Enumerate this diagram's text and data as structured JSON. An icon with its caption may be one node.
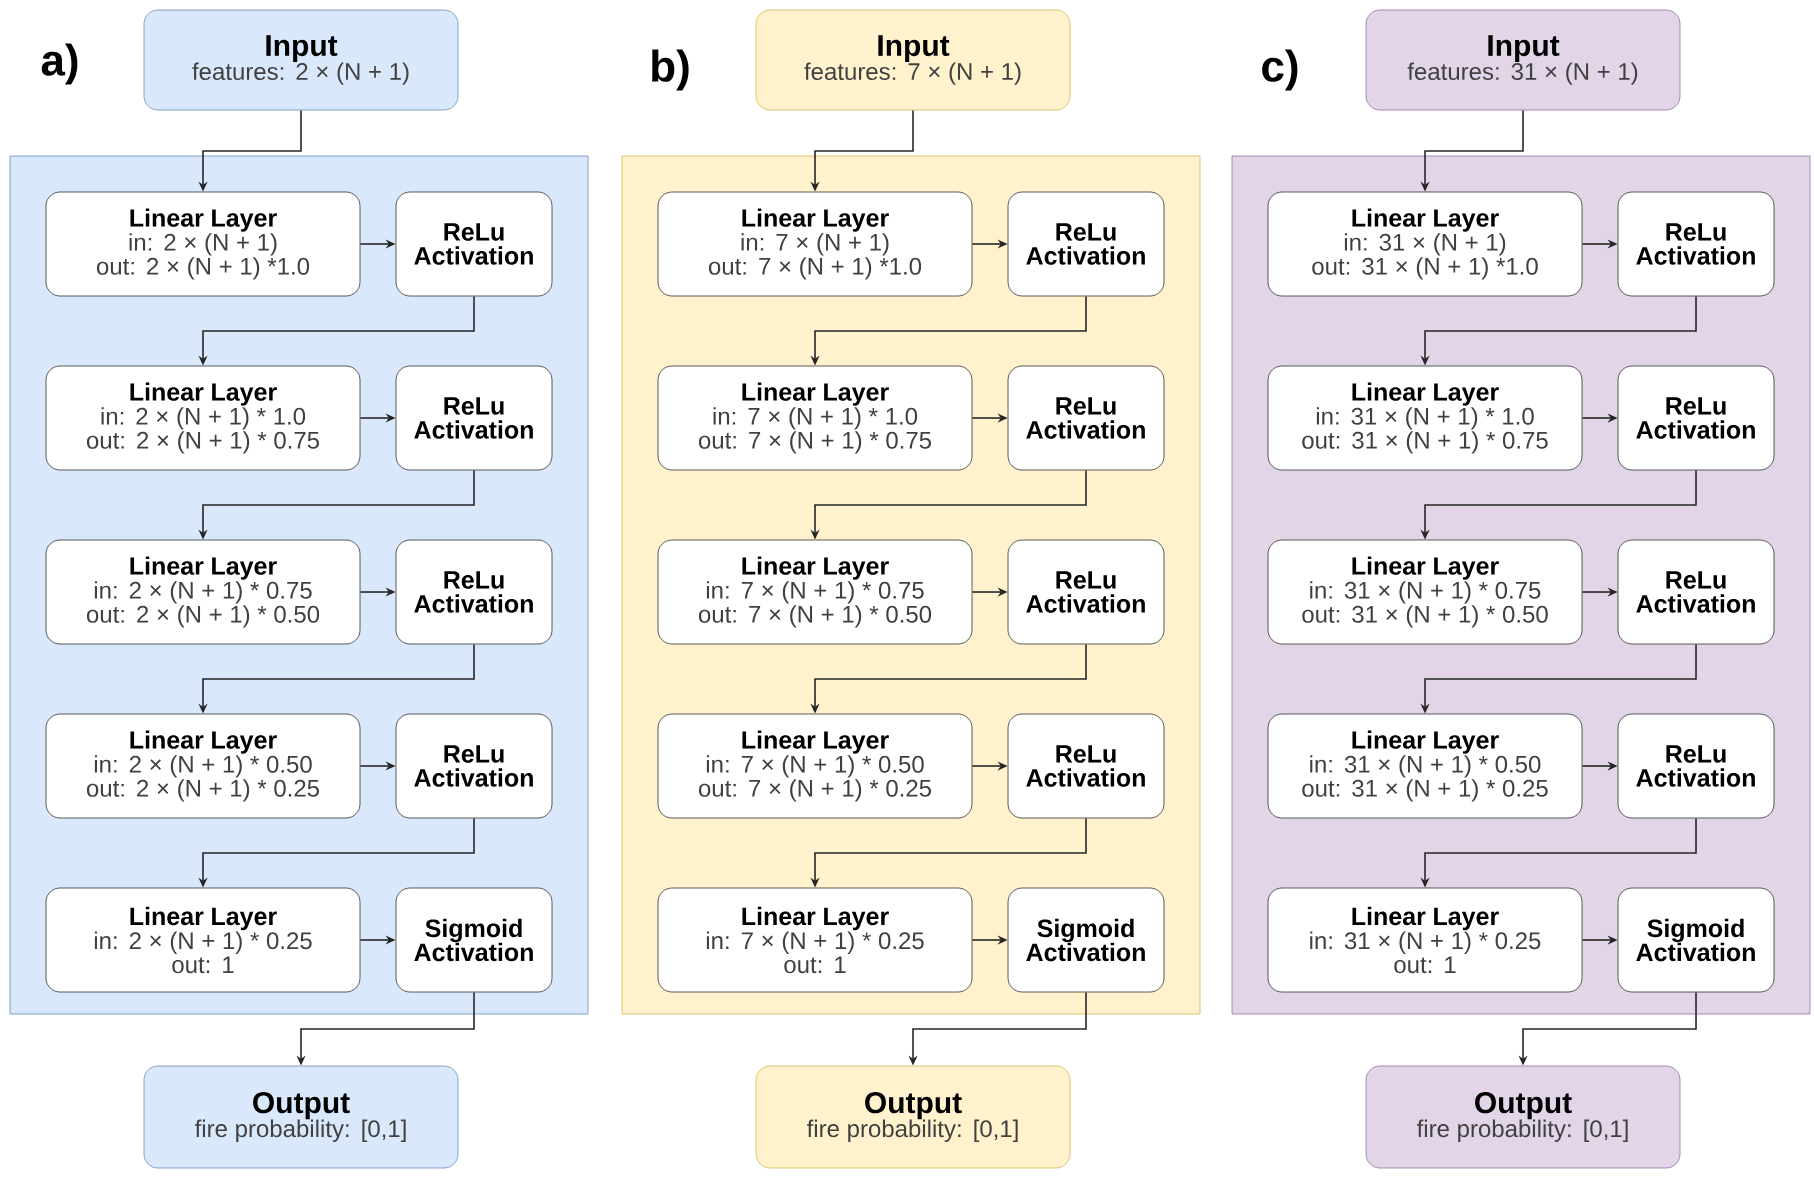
{
  "diagram": {
    "nodes": [
      {
        "text": [
          "Input",
          "features: 2 × (N + 1)"
        ]
      },
      {
        "text": [],
        "shape": "box"
      },
      {
        "text": [
          "Linear Layer",
          "in: 2 × (N + 1)",
          "out: 2 × (N + 1) *1.0"
        ],
        "in": 1
      },
      {
        "text": [
          "ReLu Activation"
        ],
        "in": 1
      },
      {
        "text": [
          "Linear Layer",
          "in: 2 × (N + 1) * 1.0",
          "out: 2 × (N + 1) * 0.75"
        ],
        "in": 1
      },
      {
        "text": [
          "ReLu Activation"
        ],
        "in": 1
      },
      {
        "text": [
          "Linear Layer",
          "in: 2 × (N + 1) * 0.75",
          "out: 2 × (N + 1) * 0.50"
        ],
        "in": 1
      },
      {
        "text": [
          "ReLu Activation"
        ],
        "in": 1
      },
      {
        "text": [
          "Linear Layer",
          "in: 2 × (N + 1) * 0.50",
          "out: 2 × (N + 1) * 0.25"
        ],
        "in": 1
      },
      {
        "text": [
          "ReLu Activation"
        ],
        "in": 1
      },
      {
        "text": [
          "Linear Layer",
          "in: 2 × (N + 1) * 0.25",
          "out: 1"
        ],
        "in": 1
      },
      {
        "text": [
          "Sigmoid Activation"
        ],
        "in": 1
      },
      {
        "text": [
          "Output",
          "fire probability: [0,1]"
        ]
      },
      {
        "text": [
          "Input",
          "features: 7 × (N + 1)"
        ]
      },
      {
        "text": [],
        "shape": "box"
      },
      {
        "text": [
          "Linear Layer",
          "in: 7 × (N + 1)",
          "out: 7 × (N + 1) *1.0"
        ],
        "in": 14
      },
      {
        "text": [
          "ReLu Activation"
        ],
        "in": 14
      },
      {
        "text": [
          "Linear Layer",
          "in: 7 × (N + 1) * 1.0",
          "out: 7 × (N + 1) * 0.75"
        ],
        "in": 14
      },
      {
        "text": [
          "ReLu Activation"
        ],
        "in": 14
      },
      {
        "text": [
          "Linear Layer",
          "in: 7 × (N + 1) * 0.75",
          "out: 7 × (N + 1) * 0.50"
        ],
        "in": 14
      },
      {
        "text": [
          "ReLu Activation"
        ],
        "in": 14
      },
      {
        "text": [
          "Linear Layer",
          "in: 7 × (N + 1) * 0.50",
          "out: 7 × (N + 1) * 0.25"
        ],
        "in": 14
      },
      {
        "text": [
          "ReLu Activation"
        ],
        "in": 14
      },
      {
        "text": [
          "Linear Layer",
          "in: 7 × (N + 1) * 0.25",
          "out: 1"
        ],
        "in": 14
      },
      {
        "text": [
          "Sigmoid Activation"
        ],
        "in": 14
      },
      {
        "text": [
          "Output",
          "fire probability: [0,1]"
        ]
      },
      {
        "text": [
          "Input",
          "features: 31 × (N + 1)"
        ]
      },
      {
        "text": [],
        "shape": "box"
      },
      {
        "text": [
          "Linear Layer",
          "in: 31 × (N + 1)",
          "out: 31 × (N + 1) *1.0"
        ],
        "in": 27
      },
      {
        "text": [
          "ReLu Activation"
        ],
        "in": 27
      },
      {
        "text": [
          "Linear Layer",
          "in: 31 × (N + 1) * 1.0",
          "out: 31 × (N + 1) * 0.75"
        ],
        "in": 27
      },
      {
        "text": [
          "ReLu Activation"
        ],
        "in": 27
      },
      {
        "text": [
          "Linear Layer",
          "in: 31 × (N + 1) * 0.75",
          "out: 31 × (N + 1) * 0.50"
        ],
        "in": 27
      },
      {
        "text": [
          "ReLu Activation"
        ],
        "in": 27
      },
      {
        "text": [
          "Linear Layer",
          "in: 31 × (N + 1) * 0.50",
          "out: 31 × (N + 1) * 0.25"
        ],
        "in": 27
      },
      {
        "text": [
          "ReLu Activation"
        ],
        "in": 27
      },
      {
        "text": [
          "Linear Layer",
          "in: 31 × (N + 1) * 0.25",
          "out: 1"
        ],
        "in": 27
      },
      {
        "text": [
          "Sigmoid Activation"
        ],
        "in": 27
      },
      {
        "text": [
          "Output",
          "fire probability: [0,1]"
        ]
      }
    ],
    "edges": [
      {
        "from": 0,
        "to": 2,
        "arrow": "to"
      },
      {
        "from": 2,
        "to": 3,
        "arrow": "to"
      },
      {
        "from": 3,
        "to": 4,
        "arrow": "to"
      },
      {
        "from": 4,
        "to": 5,
        "arrow": "to"
      },
      {
        "from": 5,
        "to": 6,
        "arrow": "to"
      },
      {
        "from": 6,
        "to": 7,
        "arrow": "to"
      },
      {
        "from": 7,
        "to": 8,
        "arrow": "to"
      },
      {
        "from": 8,
        "to": 9,
        "arrow": "to"
      },
      {
        "from": 9,
        "to": 10,
        "arrow": "to"
      },
      {
        "from": 10,
        "to": 11,
        "arrow": "to"
      },
      {
        "from": 11,
        "to": 12,
        "arrow": "to"
      },
      {
        "from": 13,
        "to": 15,
        "arrow": "to"
      },
      {
        "from": 15,
        "to": 16,
        "arrow": "to"
      },
      {
        "from": 16,
        "to": 17,
        "arrow": "to"
      },
      {
        "from": 17,
        "to": 18,
        "arrow": "to"
      },
      {
        "from": 18,
        "to": 19,
        "arrow": "to"
      },
      {
        "from": 19,
        "to": 20,
        "arrow": "to"
      },
      {
        "from": 20,
        "to": 21,
        "arrow": "to"
      },
      {
        "from": 21,
        "to": 22,
        "arrow": "to"
      },
      {
        "from": 22,
        "to": 23,
        "arrow": "to"
      },
      {
        "from": 23,
        "to": 24,
        "arrow": "to"
      },
      {
        "from": 24,
        "to": 25,
        "arrow": "to"
      },
      {
        "from": 26,
        "to": 28,
        "arrow": "to"
      },
      {
        "from": 28,
        "to": 29,
        "arrow": "to"
      },
      {
        "from": 29,
        "to": 30,
        "arrow": "to"
      },
      {
        "from": 30,
        "to": 31,
        "arrow": "to"
      },
      {
        "from": 31,
        "to": 32,
        "arrow": "to"
      },
      {
        "from": 32,
        "to": 33,
        "arrow": "to"
      },
      {
        "from": 33,
        "to": 34,
        "arrow": "to"
      },
      {
        "from": 34,
        "to": 35,
        "arrow": "to"
      },
      {
        "from": 35,
        "to": 36,
        "arrow": "to"
      },
      {
        "from": 36,
        "to": 37,
        "arrow": "to"
      },
      {
        "from": 37,
        "to": 38,
        "arrow": "to"
      }
    ],
    "labels": [
      "a)",
      "b)",
      "c)"
    ]
  }
}
